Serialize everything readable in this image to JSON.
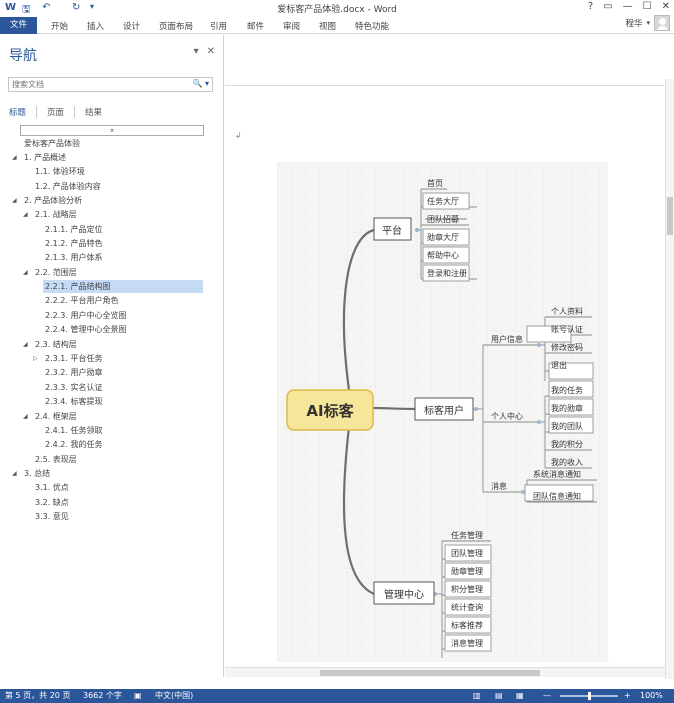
{
  "window": {
    "title": "爱标客产品体验.docx - Word",
    "help": "?",
    "controls": [
      "▭",
      "—",
      "☐",
      "✕"
    ]
  },
  "quick_access": {
    "word_icon": "W",
    "save": "🖫",
    "undo": "↶",
    "redo": "↻",
    "customize": "▾"
  },
  "ribbon": {
    "file": "文件",
    "tabs": [
      "开始",
      "插入",
      "设计",
      "页面布局",
      "引用",
      "邮件",
      "审阅",
      "视图",
      "特色功能"
    ],
    "user": "程华",
    "user_caret": "▾"
  },
  "nav": {
    "title": "导航",
    "pin": "▾",
    "close": "✕",
    "search_placeholder": "搜索文档",
    "search_icon": "🔍",
    "search_caret": "▾",
    "tabs": [
      "标题",
      "页面",
      "结果"
    ],
    "collapse_label": "⌅",
    "items": [
      "爱标客产品体验",
      "1. 产品概述",
      "1.1. 体验环境",
      "1.2. 产品体验内容",
      "2. 产品体验分析",
      "2.1. 战略层",
      "2.1.1. 产品定位",
      "2.1.2. 产品特色",
      "2.1.3. 用户体系",
      "2.2. 范围层",
      "2.2.1. 产品结构图",
      "2.2.2. 平台用户角色",
      "2.2.3. 用户中心全览图",
      "2.2.4. 管理中心全景图",
      "2.3. 结构层",
      "2.3.1. 平台任务",
      "2.3.2. 用户勋章",
      "2.3.3. 实名认证",
      "2.3.4. 标客提现",
      "2.4. 框架层",
      "2.4.1. 任务领取",
      "2.4.2. 我的任务",
      "2.5. 表现层",
      "3. 总结",
      "3.1. 优点",
      "3.2. 缺点",
      "3.3. 意见"
    ]
  },
  "mindmap": {
    "root": "AI标客",
    "branches": [
      {
        "label": "平台",
        "children": [
          "首页",
          "任务大厅",
          "团队招募",
          "勋章大厅",
          "帮助中心",
          "登录和注册"
        ]
      },
      {
        "label": "标客用户",
        "groups": [
          {
            "label": "用户信息",
            "children": [
              "个人资料",
              "账号认证",
              "修改密码",
              "退出"
            ]
          },
          {
            "label": "个人中心",
            "children": [
              "我的任务",
              "我的勋章",
              "我的团队",
              "我的积分",
              "我的收入"
            ]
          },
          {
            "label": "消息",
            "children": [
              "系统消息通知",
              "团队信息通知"
            ]
          }
        ]
      },
      {
        "label": "管理中心",
        "children": [
          "任务管理",
          "团队管理",
          "勋章管理",
          "积分管理",
          "统计查询",
          "标客推荐",
          "消息管理"
        ]
      }
    ]
  },
  "status": {
    "page": "第 5 页，共 20 页",
    "words": "3662 个字",
    "lang": "中文(中国)",
    "zoom_minus": "—",
    "zoom_plus": "+",
    "zoom": "100%"
  },
  "colors": {
    "accent": "#2b579a",
    "root_fill": "#f5e69a",
    "root_border": "#e0b84a",
    "branch_line": "#6e6e6e",
    "leaf_line": "#b9c9d8"
  }
}
